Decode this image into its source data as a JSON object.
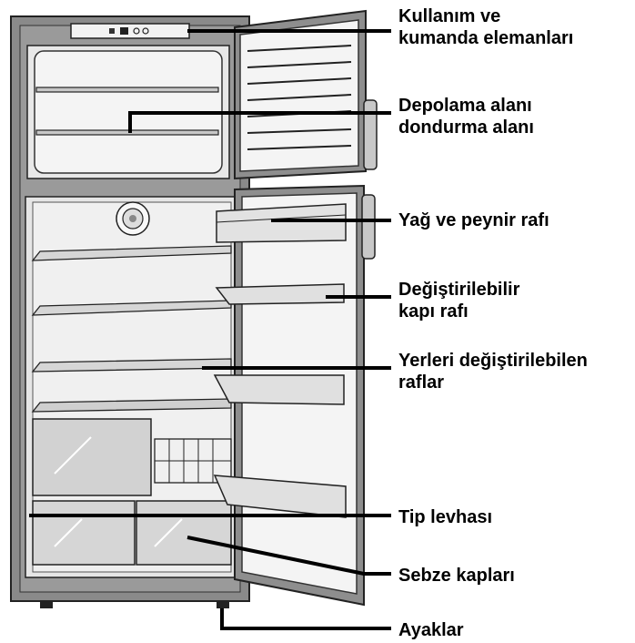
{
  "callouts": {
    "controls": [
      "Kullanım ve",
      "kumanda elemanları"
    ],
    "storage": [
      "Depolama alanı",
      "dondurma alanı"
    ],
    "butter": [
      "Yağ ve peynir rafı"
    ],
    "door_shelf": [
      "Değiştirilebilir",
      "kapı rafı"
    ],
    "shelves": [
      "Yerleri değiştirilebilen",
      "raflar"
    ],
    "type_plate": [
      "Tip levhası"
    ],
    "crispers": [
      "Sebze kapları"
    ],
    "feet": [
      "Ayaklar"
    ]
  },
  "colors": {
    "line": "#000000",
    "cabinet_outer": "#8a8a8a",
    "cabinet_inner": "#e6e6e6",
    "shelf": "#c8c8c8",
    "door_panel": "#f4f4f4"
  }
}
